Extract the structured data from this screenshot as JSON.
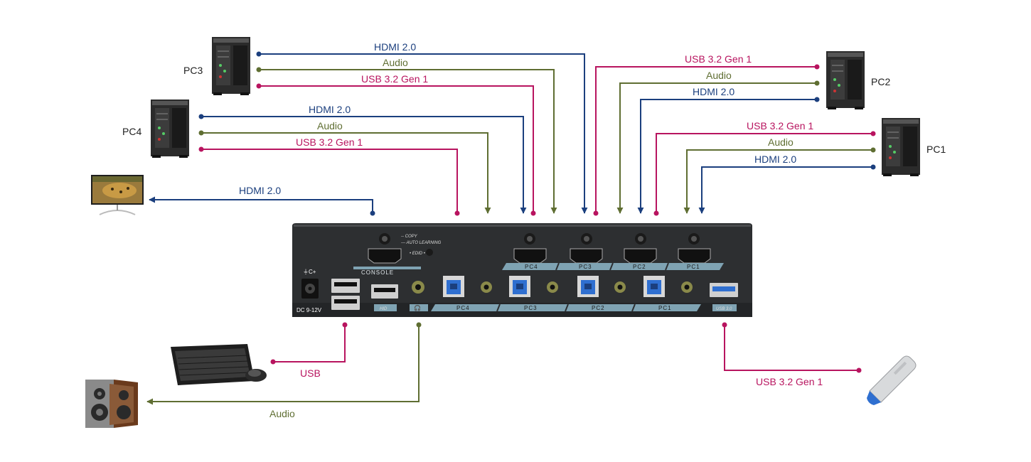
{
  "colors": {
    "hdmi": "#1b3f7e",
    "audio": "#5f6e32",
    "usb": "#b8145f",
    "panel": "#2d2f31",
    "panel_label": "#7fa3b3"
  },
  "devices": {
    "pc1": "PC1",
    "pc2": "PC2",
    "pc3": "PC3",
    "pc4": "PC4"
  },
  "connections": {
    "pc3_hdmi": "HDMI 2.0",
    "pc3_audio": "Audio",
    "pc3_usb": "USB 3.2 Gen 1",
    "pc4_hdmi": "HDMI 2.0",
    "pc4_audio": "Audio",
    "pc4_usb": "USB 3.2 Gen 1",
    "pc2_usb": "USB 3.2 Gen 1",
    "pc2_audio": "Audio",
    "pc2_hdmi": "HDMI 2.0",
    "pc1_usb": "USB 3.2 Gen 1",
    "pc1_audio": "Audio",
    "pc1_hdmi": "HDMI 2.0",
    "monitor_hdmi": "HDMI 2.0",
    "keyboard_usb": "USB",
    "speaker_audio": "Audio",
    "flash_usb": "USB 3.2 Gen 1"
  },
  "panel": {
    "console": "CONSOLE",
    "copy": "-- COPY",
    "auto_learning": "--- AUTO LEARNING",
    "edid": "• EDID •",
    "hid": "HID",
    "dc": "DC 9-12V",
    "usb30": "USB 3.0",
    "hdmi_labels": [
      "PC4",
      "PC3",
      "PC2",
      "PC1"
    ],
    "usb_labels": [
      "PC4",
      "PC3",
      "PC2",
      "PC1"
    ]
  }
}
